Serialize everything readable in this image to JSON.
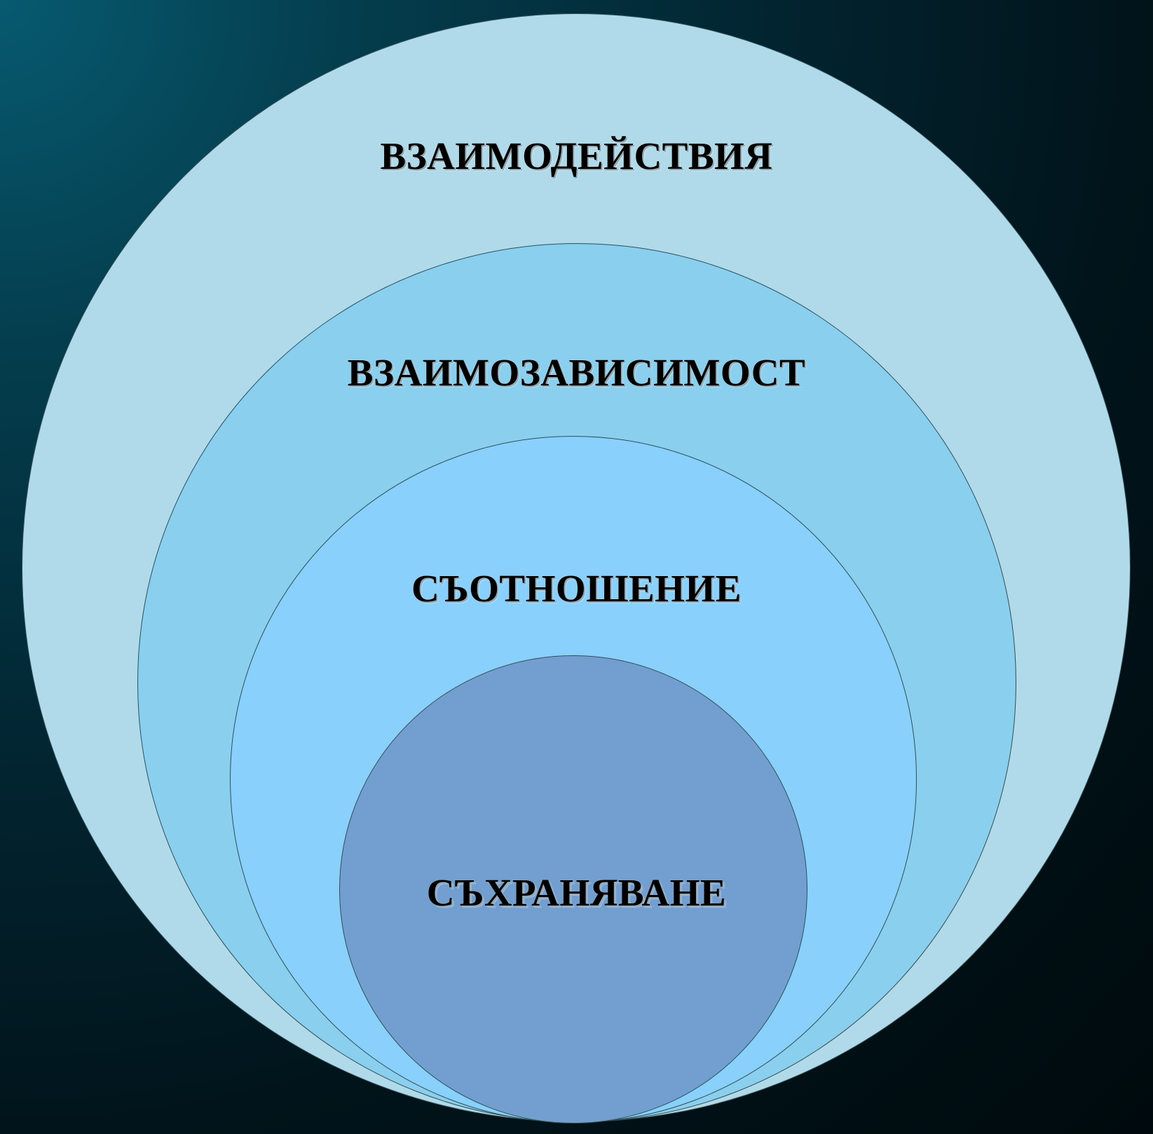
{
  "diagram": {
    "type": "nested-circles",
    "levels": [
      {
        "label": "ВЗАИМОДЕЙСТВИЯ",
        "color": "#b0dae9"
      },
      {
        "label": "ВЗАИМОЗАВИСИМОСТ",
        "color": "#8acfee"
      },
      {
        "label": "СЪОТНОШЕНИЕ",
        "color": "#89d0fc"
      },
      {
        "label": "СЪХРАНЯВАНЕ",
        "color": "#729fd0"
      }
    ]
  },
  "colors": {
    "background_light": "#075a70",
    "background_dark": "#000a0d",
    "text": "#000000",
    "outline": "#2f4f5a"
  }
}
